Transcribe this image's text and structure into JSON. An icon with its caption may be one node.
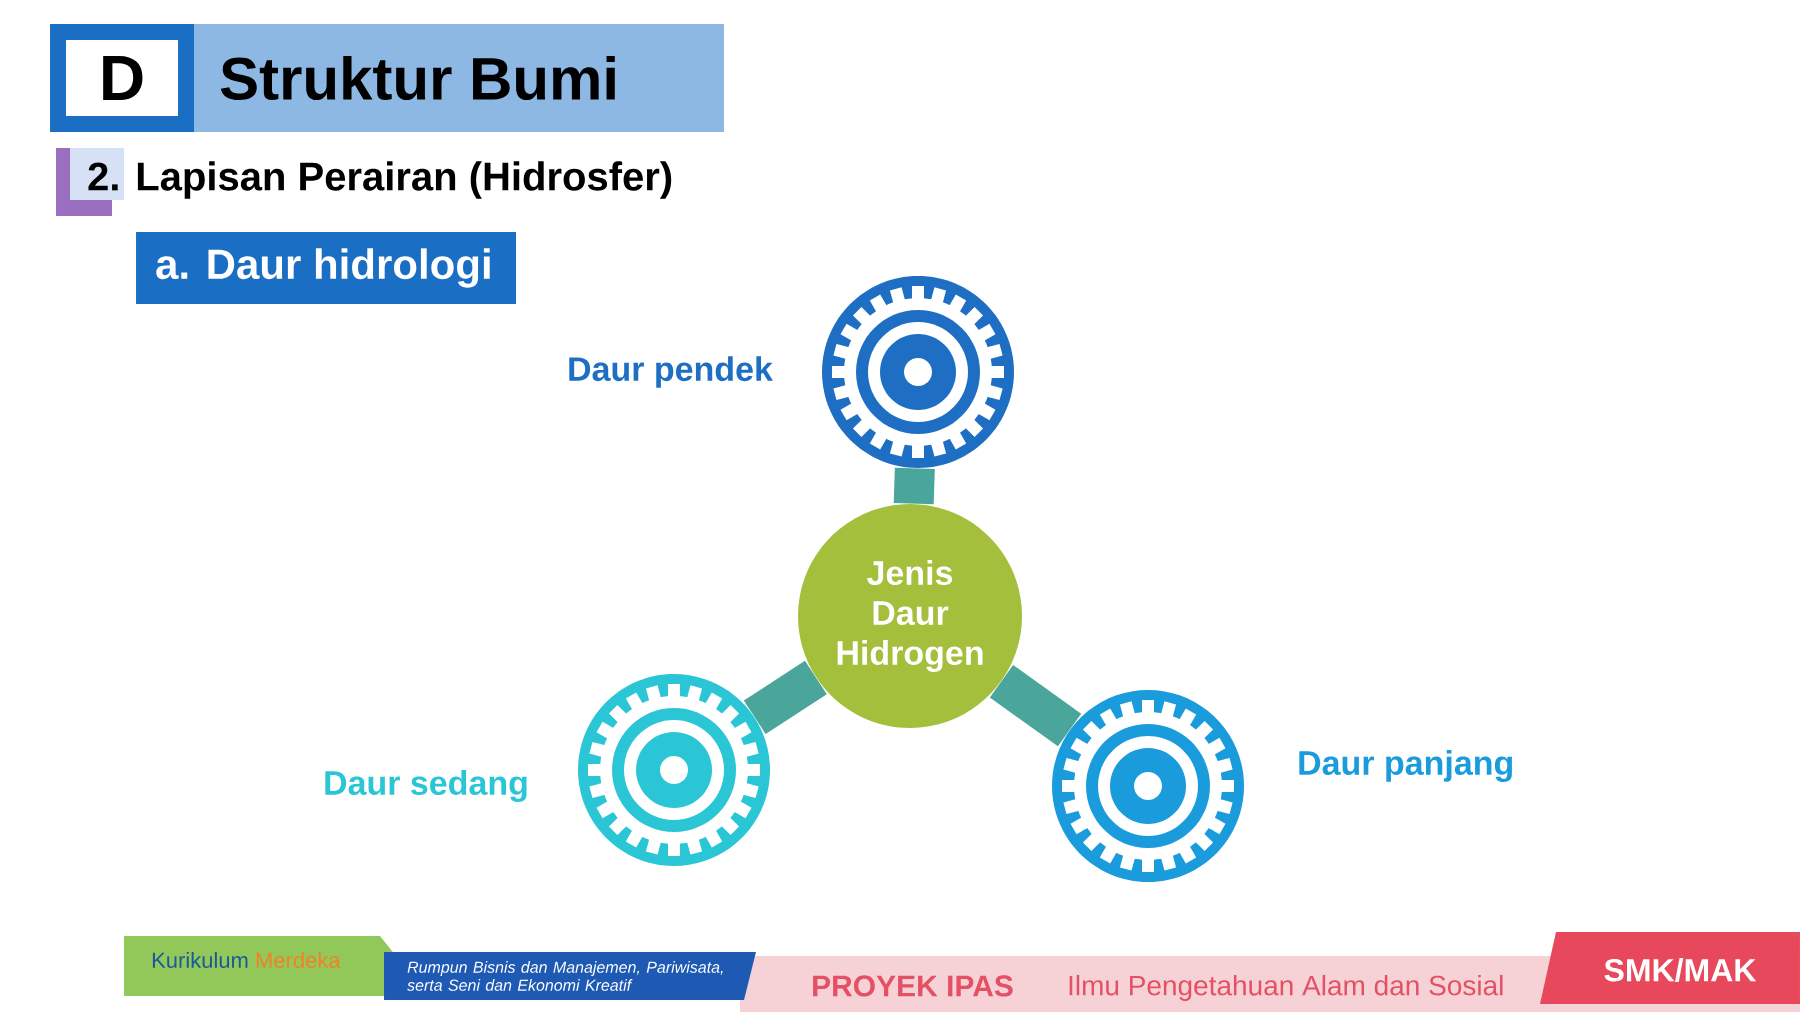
{
  "diagram": {
    "title": "Struktur Bumi",
    "nodes": [
      {
        "text": [
          "Jenis Daur Hidrogen"
        ]
      },
      {
        "text": [],
        "shape": "gear",
        "beside": [
          "Daur pendek"
        ]
      },
      {
        "text": [],
        "shape": "gear",
        "beside": [
          "Daur sedang"
        ]
      },
      {
        "text": [],
        "shape": "gear",
        "beside": [
          "Daur panjang"
        ]
      }
    ],
    "edges": [
      {
        "from": 0,
        "to": 1,
        "arrow": "none"
      },
      {
        "from": 0,
        "to": 2,
        "arrow": "none"
      },
      {
        "from": 0,
        "to": 3,
        "arrow": "none"
      }
    ],
    "labels": [
      "D",
      "2. Lapisan Perairan (Hidrosfer)",
      "a. Daur hidrologi",
      "Kurikulum",
      "Merdeka",
      "Rumpun Bisnis dan Manajemen, Pariwisata, serta Seni dan Ekonomi Kreatif",
      "PROYEK IPAS",
      "Ilmu Pengetahuan Alam dan Sosial",
      "SMK/MAK"
    ]
  }
}
